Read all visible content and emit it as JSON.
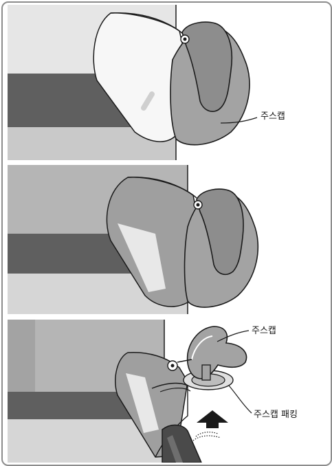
{
  "labels": {
    "panel1_cap": "주스캡",
    "panel3_cap": "주스캡",
    "panel3_packing": "주스캡 패킹"
  },
  "colors": {
    "frame": "#8c8c8c",
    "dark_gray": "#5f5f5f",
    "mid_gray": "#a9a9a9",
    "light_gray": "#d4d4d4",
    "cap_gray": "#9a9a9a",
    "outline": "#1a1a1a"
  }
}
